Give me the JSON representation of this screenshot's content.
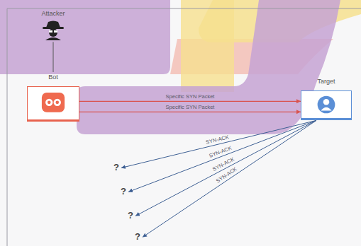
{
  "diagram": {
    "nodes": [
      {
        "text": [
          "Attacker"
        ]
      },
      {
        "text": [
          "Bot"
        ]
      },
      {
        "text": [
          "Target"
        ]
      },
      {
        "text": [
          "?"
        ]
      },
      {
        "text": [
          "?"
        ]
      },
      {
        "text": [
          "?"
        ]
      },
      {
        "text": [
          "?"
        ]
      }
    ],
    "edges": [
      {
        "from": 0,
        "to": 1,
        "arrow": "none"
      },
      {
        "from": 1,
        "to": 2,
        "label": "Specific SYN Packet",
        "arrow": "to"
      },
      {
        "from": 1,
        "to": 2,
        "label": "Specific SYN Packet",
        "arrow": "to"
      },
      {
        "from": 2,
        "to": 3,
        "label": "SYN-ACK",
        "arrow": "to"
      },
      {
        "from": 2,
        "to": 4,
        "label": "SYN-ACK",
        "arrow": "to"
      },
      {
        "from": 2,
        "to": 5,
        "label": "SYN-ACK",
        "arrow": "to"
      },
      {
        "from": 2,
        "to": 6,
        "label": "SYN-ACK",
        "arrow": "to"
      }
    ]
  }
}
